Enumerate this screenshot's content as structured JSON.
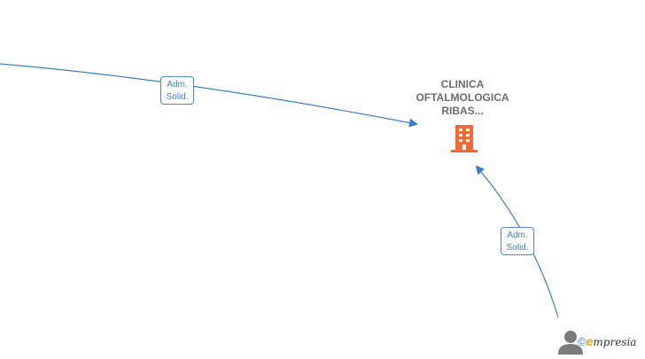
{
  "nodes": {
    "company": {
      "name_lines": [
        "CLINICA",
        "OFTALMOLOGICA",
        "RIBAS..."
      ],
      "icon": "building-icon",
      "color": "#f26a35"
    },
    "person": {
      "icon": "person-icon",
      "color": "#7a7a7a"
    }
  },
  "edges": [
    {
      "from": "offscreen-left",
      "to": "company",
      "label_lines": [
        "Adm.",
        "Solid."
      ]
    },
    {
      "from": "person",
      "to": "company",
      "label_lines": [
        "Adm.",
        "Solid."
      ]
    }
  ],
  "edge_color": "#3d7cc9",
  "brand": {
    "copyright": "©",
    "initial": "e",
    "rest": "mpresia"
  }
}
